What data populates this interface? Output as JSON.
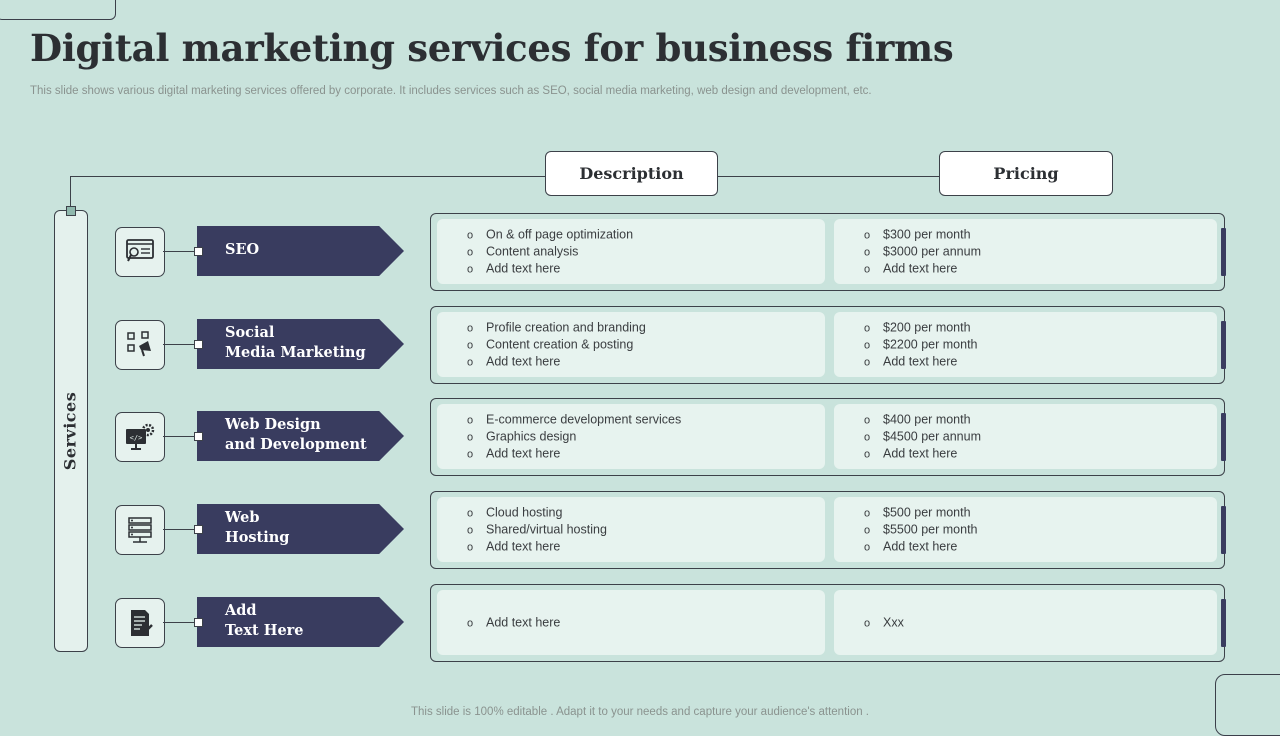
{
  "title": "Digital marketing services for business firms",
  "subtitle": "This slide shows various digital marketing services offered by corporate. It includes services such as SEO, social media marketing, web design and development, etc.",
  "footer": "This slide is 100% editable . Adapt it to your needs and capture your audience's attention .",
  "headers": {
    "description": "Description",
    "pricing": "Pricing"
  },
  "services_label": "Services",
  "bullet_glyph": "o",
  "colors": {
    "background": "#c9e3dc",
    "navy": "#393c5f",
    "cell": "#e7f3ef"
  },
  "rows": [
    {
      "label": "SEO",
      "icon": "seo-monitor-search-icon",
      "description": [
        "On & off  page optimization",
        "Content analysis",
        "Add text here"
      ],
      "pricing": [
        "$300 per month",
        "$3000 per annum",
        "Add text here"
      ]
    },
    {
      "label": "Social\nMedia Marketing",
      "icon": "social-media-megaphone-icon",
      "description": [
        "Profile creation and branding",
        "Content creation & posting",
        "Add text here"
      ],
      "pricing": [
        "$200 per month",
        "$2200 per month",
        "Add text here"
      ]
    },
    {
      "label": "Web Design\nand  Development",
      "icon": "web-development-monitor-gear-icon",
      "description": [
        "E-commerce development  services",
        "Graphics design",
        "Add text here"
      ],
      "pricing": [
        "$400 per month",
        "$4500 per annum",
        "Add text here"
      ]
    },
    {
      "label": "Web\nHosting",
      "icon": "server-hosting-icon",
      "description": [
        "Cloud hosting",
        "Shared/virtual  hosting",
        "Add text here"
      ],
      "pricing": [
        "$500 per month",
        "$5500 per month",
        "Add text here"
      ]
    },
    {
      "label": "Add\nText Here",
      "icon": "document-edit-icon",
      "description": [
        "Add text here"
      ],
      "pricing": [
        "Xxx"
      ]
    }
  ]
}
